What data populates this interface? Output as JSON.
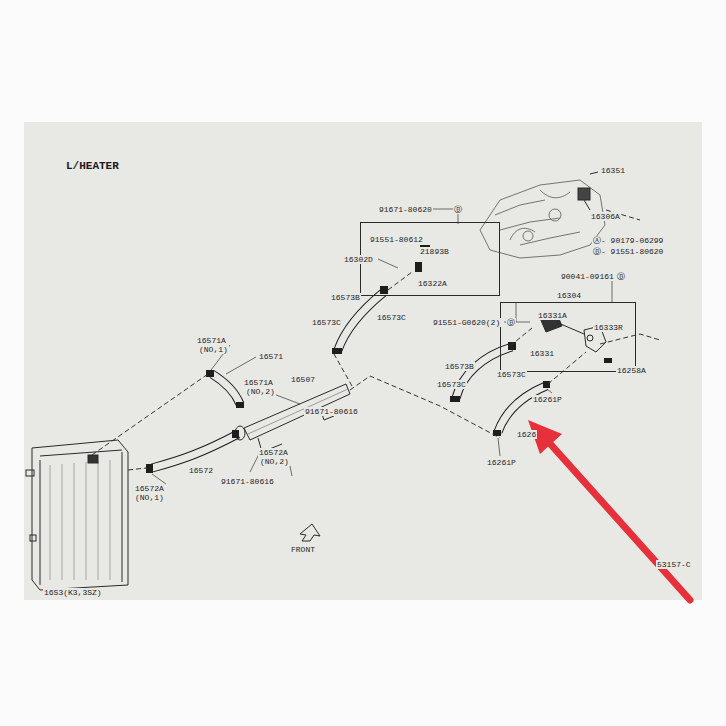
{
  "diagram": {
    "title": "L/HEATER",
    "nodes": [
      {
        "text": [
          "91551-80612",
          "21893B",
          "16322A"
        ]
      },
      {
        "text": [
          "16331A",
          "16333R",
          "16331"
        ]
      }
    ],
    "labels": [
      "16S3(K3,3SZ)",
      "16351",
      "16306A",
      "Ⓐ- 90179-06299",
      "Ⓑ- 91551-80620",
      "91671-80620",
      "Ⓑ",
      "16302D",
      "16573B",
      "16573C",
      "16573C",
      "90041-09161",
      "Ⓑ",
      "16304",
      "91551-G0620(2)",
      "Ⓑ",
      "16258A",
      "16573B",
      "16573C",
      "16573C",
      "16261P",
      "1626",
      "16261P",
      "16571A",
      "(NO,1)",
      "16571",
      "16571A",
      "(NO,2)",
      "16507",
      "91671-80616",
      "16572A",
      "(NO,2)",
      "91671-80616",
      "16572",
      "16572A",
      "(NO,1)",
      "FRONT",
      "53157-C"
    ]
  }
}
